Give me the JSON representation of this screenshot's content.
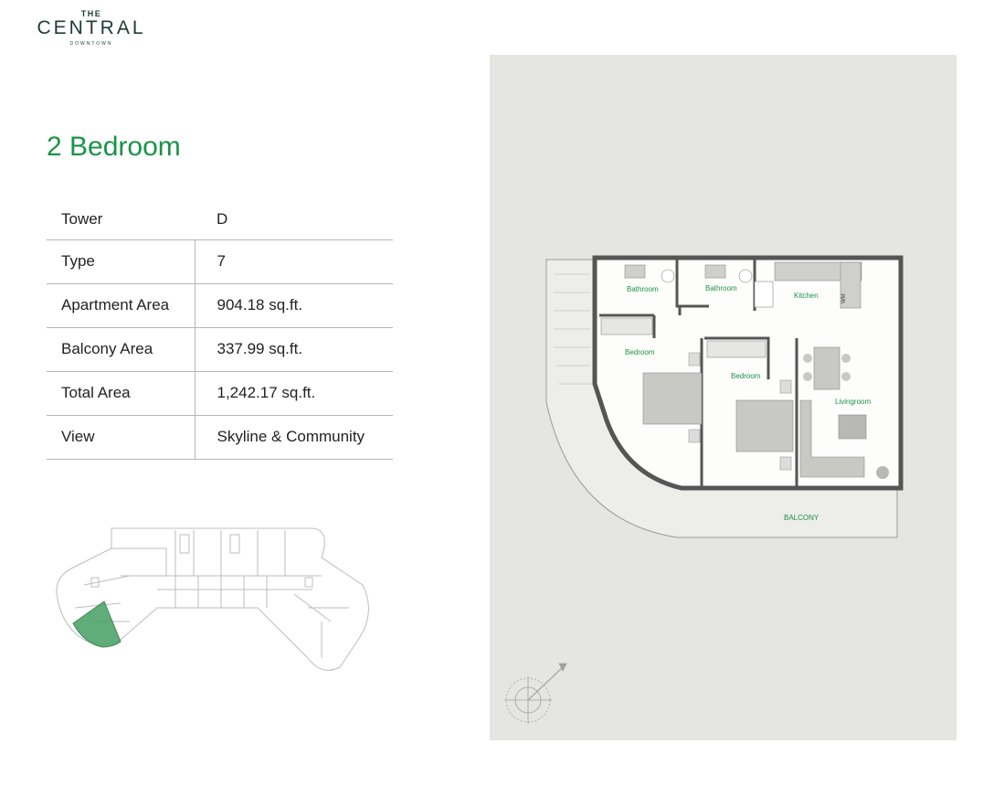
{
  "brand": {
    "the": "THE",
    "name": "CENTRAL",
    "sub": "DOWNTOWN"
  },
  "title": "2 Bedroom",
  "specs": [
    {
      "label": "Tower",
      "value": "D"
    },
    {
      "label": "Type",
      "value": "7"
    },
    {
      "label": "Apartment Area",
      "value": "904.18 sq.ft."
    },
    {
      "label": "Balcony Area",
      "value": "337.99 sq.ft."
    },
    {
      "label": "Total Area",
      "value": "1,242.17 sq.ft."
    },
    {
      "label": "View",
      "value": "Skyline & Community"
    }
  ],
  "floorplan": {
    "rooms": {
      "bathroom_1": "Bathroom",
      "bathroom_2": "Bathroom",
      "kitchen": "Kitchen",
      "bedroom_1": "Bedroom",
      "bedroom_2": "Bedroom",
      "livingroom": "Livingroom",
      "balcony": "BALCONY",
      "wm": "WM"
    }
  },
  "colors": {
    "accent": "#1a9347",
    "brand_dark": "#1d3b34",
    "panel": "#e5e5e2"
  }
}
